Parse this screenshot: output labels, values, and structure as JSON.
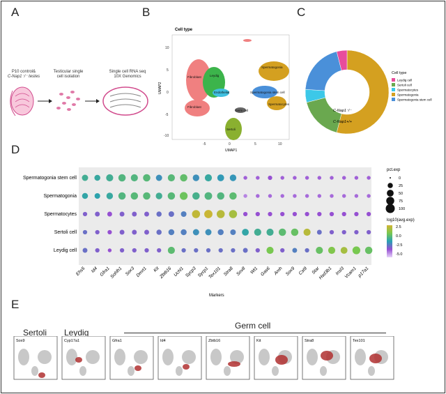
{
  "panels": {
    "A": "A",
    "B": "B",
    "C": "C",
    "D": "D",
    "E": "E"
  },
  "panelA": {
    "step1": "P10 control&",
    "step1b": "C-Nap1⁻/⁻ testes",
    "step2": "Testicular single",
    "step2b": "cell isolation",
    "step3": "Single cell RNA seq",
    "step3b": "10X Genomics"
  },
  "panelB": {
    "title": "Cell type",
    "xlabel": "UMAP1",
    "ylabel": "UMAP2",
    "xticks": [
      "-5",
      "0",
      "5",
      "10"
    ],
    "yticks": [
      "10",
      "5",
      "0",
      "-5",
      "-10"
    ],
    "cluster_labels": [
      "Fibroblast",
      "Leydig",
      "Sertoli",
      "Fibroblast",
      "Endothelial",
      "Spermatogonia",
      "Spermatogonia stem cell",
      "Spermatocytes",
      "Germ cell"
    ]
  },
  "panelC": {
    "legend_title": "Cell type",
    "legend": [
      {
        "name": "Leydig cell",
        "color": "#e84c9c"
      },
      {
        "name": "Sertoli cell",
        "color": "#6aa84f"
      },
      {
        "name": "Spermatocytes",
        "color": "#3cc8e8"
      },
      {
        "name": "Spermatogonia",
        "color": "#d4a020"
      },
      {
        "name": "Spermatogonia stem cell",
        "color": "#4a90d9"
      }
    ],
    "inner_label": "C-Nap1⁻/⁻",
    "outer_label": "C-Nap1+/+"
  },
  "chart_data": [
    {
      "type": "pie",
      "title": "",
      "note": "donut",
      "categories": [
        "Spermatogonia",
        "Sertoli cell",
        "Spermatocytes",
        "Spermatogonia stem cell",
        "Leydig cell"
      ],
      "values": [
        54,
        17,
        5,
        20,
        4
      ]
    },
    {
      "type": "scatter",
      "title": "",
      "xlabel": "Markers",
      "ylabel": "",
      "x": [
        "Ehs5",
        "Id4",
        "Gfra1",
        "Sohlh1",
        "Sox3",
        "Dmrt1",
        "Kit",
        "Zbtb16",
        "Uchl1",
        "Sycp3",
        "Sycp1",
        "Tex101",
        "Stra8",
        "Sox8",
        "Wt1",
        "Gas6",
        "Amh",
        "Sox9",
        "Cst9",
        "Star",
        "Hsd3b1",
        "Insl3",
        "Vcam1",
        "p17a1"
      ],
      "y": [
        "Spermatogonia stem cell",
        "Spermatogonia",
        "Spermatocytes",
        "Sertoli cell",
        "Leydig cell"
      ],
      "size_legend_title": "pct.exp",
      "size_legend": [
        "0",
        "25",
        "50",
        "75",
        "100"
      ],
      "color_legend_title": "log10(avg.exp)",
      "color_legend_ticks": [
        "2.5",
        "0.0",
        "-2.5",
        "-5.0"
      ],
      "pct": [
        [
          40,
          35,
          55,
          60,
          55,
          60,
          40,
          55,
          60,
          45,
          55,
          50,
          45,
          10,
          10,
          15,
          10,
          10,
          10,
          10,
          10,
          10,
          10,
          10
        ],
        [
          35,
          30,
          45,
          60,
          60,
          60,
          45,
          60,
          70,
          60,
          65,
          60,
          60,
          10,
          10,
          10,
          10,
          10,
          10,
          10,
          10,
          10,
          10,
          10
        ],
        [
          15,
          20,
          20,
          20,
          20,
          20,
          25,
          30,
          30,
          75,
          80,
          75,
          75,
          15,
          15,
          15,
          15,
          15,
          15,
          15,
          15,
          15,
          15,
          15
        ],
        [
          15,
          15,
          15,
          20,
          20,
          20,
          25,
          35,
          35,
          40,
          40,
          35,
          30,
          50,
          55,
          55,
          60,
          60,
          55,
          20,
          15,
          15,
          15,
          15
        ],
        [
          20,
          15,
          10,
          15,
          15,
          15,
          15,
          55,
          15,
          15,
          15,
          15,
          15,
          20,
          15,
          55,
          15,
          20,
          15,
          55,
          55,
          50,
          70,
          60
        ]
      ],
      "avg": [
        [
          0.5,
          0.3,
          0.5,
          0.8,
          0.8,
          0.9,
          -0.5,
          0.9,
          1.1,
          -0.5,
          0.3,
          -0.2,
          -0.3,
          -2.8,
          -2.8,
          -2.5,
          -2.8,
          -2.8,
          -2.8,
          -2.8,
          -2.8,
          -2.8,
          -2.8,
          -2.8
        ],
        [
          0.2,
          0.1,
          0.3,
          0.8,
          0.9,
          0.9,
          0.5,
          0.9,
          1.3,
          0.6,
          0.8,
          0.8,
          1.0,
          -3.5,
          -3.0,
          -3.0,
          -3.0,
          -3.0,
          -3.0,
          -3.0,
          -3.0,
          -3.0,
          -3.0,
          -3.0
        ],
        [
          -2,
          -2,
          -2.5,
          -2,
          -2,
          -2,
          -1.5,
          -1.5,
          -1,
          2.3,
          2.4,
          2.2,
          2.0,
          -2.5,
          -2.5,
          -2.5,
          -2.5,
          -2.5,
          -2.5,
          -2.5,
          -2.5,
          -2.5,
          -2.5,
          -2.5
        ],
        [
          -1.5,
          -2,
          -2.5,
          -2,
          -2,
          -2,
          -1.5,
          -1,
          -1,
          -0.5,
          -0.5,
          -1,
          -1,
          0.2,
          0.5,
          0.5,
          1.0,
          1.2,
          2.2,
          -1.5,
          -2,
          -2,
          -2,
          -2
        ],
        [
          -1.5,
          -2,
          -2.5,
          -2,
          -2,
          -2,
          -2,
          1.0,
          -1.5,
          -1.5,
          -1.5,
          -1.5,
          -1.5,
          -1.5,
          -2,
          1.5,
          -2,
          -1,
          -1.5,
          1.2,
          1.6,
          2.0,
          1.5,
          1.2
        ]
      ]
    }
  ],
  "panelE": {
    "group_sertoli": "Sertoli",
    "group_leydig": "Leydig",
    "group_germ": "Germ cell",
    "features": [
      "Sox9",
      "Cyp17a1",
      "Gfra1",
      "Id4",
      "Zbtb16",
      "Kit",
      "Stra8",
      "Tex101"
    ]
  }
}
